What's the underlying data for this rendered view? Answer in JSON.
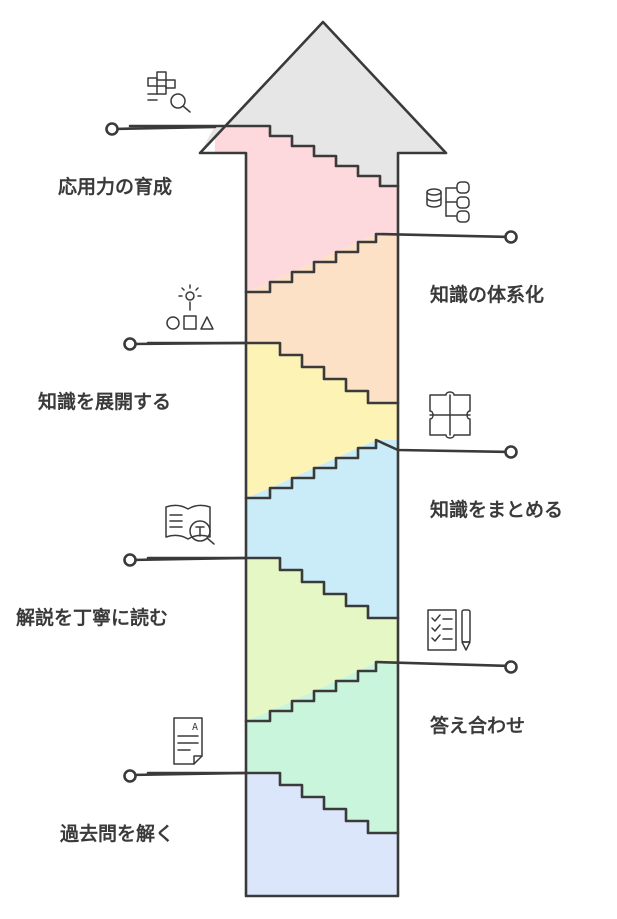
{
  "steps": [
    {
      "label": "過去問を解く",
      "icon": "answer-sheet-icon",
      "color": "#dce6fb"
    },
    {
      "label": "答え合わせ",
      "icon": "checklist-pen-icon",
      "color": "#c9f5dc"
    },
    {
      "label": "解説を丁寧に読む",
      "icon": "book-magnifier-icon",
      "color": "#e4f7c4"
    },
    {
      "label": "知識をまとめる",
      "icon": "puzzle-icon",
      "color": "#c9ecf8"
    },
    {
      "label": "知識を展開する",
      "icon": "idea-shapes-icon",
      "color": "#fdf3b4"
    },
    {
      "label": "知識の体系化",
      "icon": "database-tree-icon",
      "color": "#fde1c6"
    },
    {
      "label": "応用力の育成",
      "icon": "search-grid-icon",
      "color": "#fdd8dc"
    }
  ],
  "arrowhead_color": "#e6e6e6"
}
